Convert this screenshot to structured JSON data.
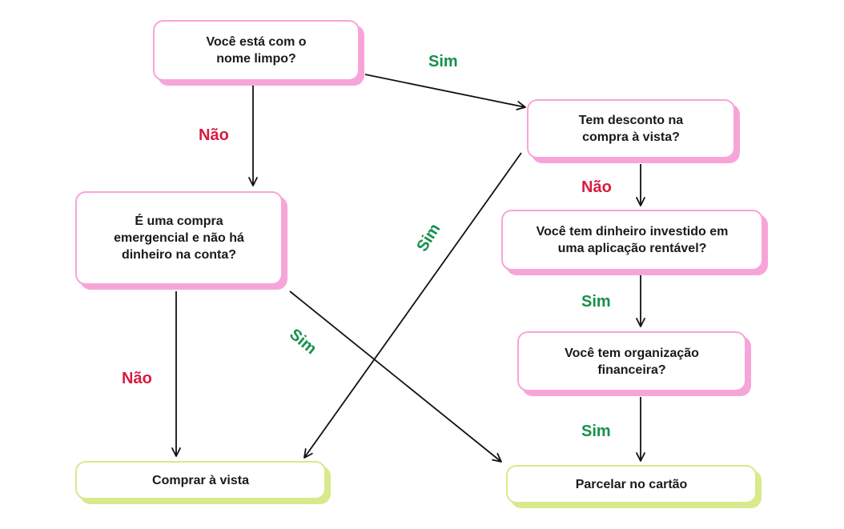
{
  "nodes": {
    "nome_limpo": "Você está com o nome limpo?",
    "desconto": "Tem desconto na compra à vista?",
    "emergencial": "É uma compra emergencial e não há dinheiro na conta?",
    "investido": "Você tem dinheiro investido em uma aplicação rentável?",
    "organizacao": "Você tem organização financeira?",
    "comprar_vista": "Comprar à vista",
    "parcelar": "Parcelar no cartão"
  },
  "edge_labels": {
    "nome_to_desconto": "Sim",
    "nome_to_emergencial": "Não",
    "desconto_to_investido": "Não",
    "desconto_to_vista": "Sim",
    "emergencial_to_vista": "Não",
    "emergencial_to_parcelar": "Sim",
    "investido_to_organizacao": "Sim",
    "organizacao_to_parcelar": "Sim"
  },
  "colors": {
    "question_border": "#f7a5d9",
    "result_border": "#d7ea8c",
    "yes_label": "#15924a",
    "no_label": "#d81b3f",
    "edge": "#111111"
  }
}
